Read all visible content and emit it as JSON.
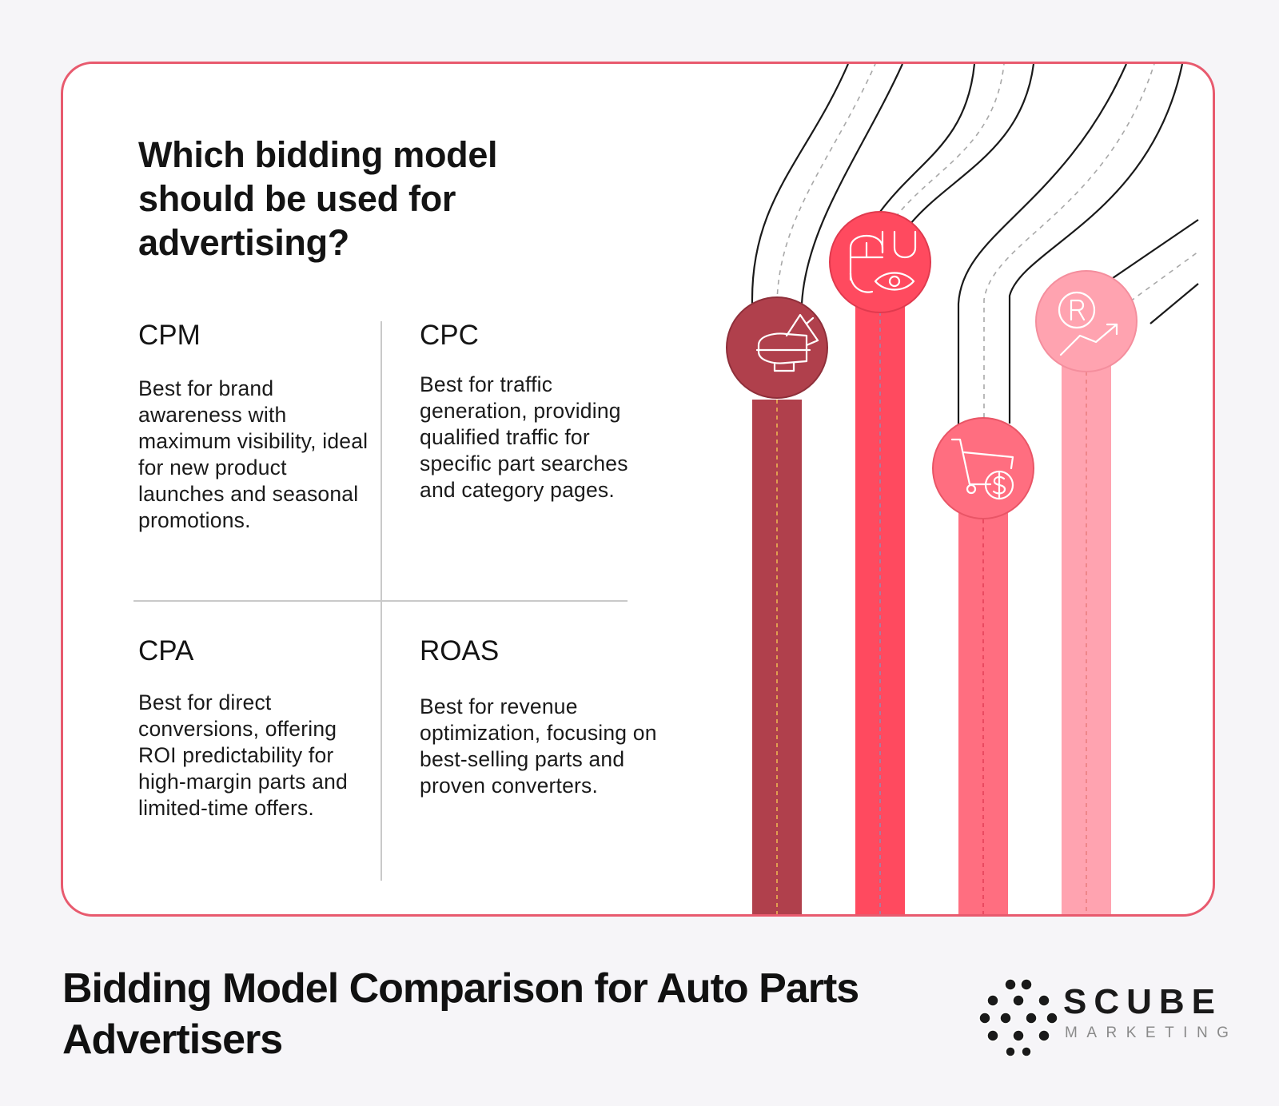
{
  "question": "Which bidding model should be used for advertising?",
  "models": [
    {
      "name": "CPM",
      "description": "Best for brand awareness with maximum visibility, ideal for new product launches and seasonal promotions."
    },
    {
      "name": "CPC",
      "description": "Best for traffic generation, providing qualified traffic for specific part searches and category pages."
    },
    {
      "name": "CPA",
      "description": "Best for direct conversions, offering ROI predictability for high-margin parts and limited-time offers."
    },
    {
      "name": "ROAS",
      "description": "Best for revenue optimization, focusing on best-selling parts and proven converters."
    }
  ],
  "icons": [
    "megaphone-icon",
    "mouse-eye-icon",
    "cart-dollar-icon",
    "registered-growth-icon"
  ],
  "colors": {
    "border": "#e85a6e",
    "cpm": "#b0404c",
    "cpc": "#ff4a5f",
    "cpa": "#ff6e80",
    "roas": "#ffa3b0"
  },
  "footer": {
    "title": "Bidding Model Comparison for Auto Parts Advertisers"
  },
  "brand": {
    "name": "SCUBE",
    "tagline": "MARKETING"
  }
}
